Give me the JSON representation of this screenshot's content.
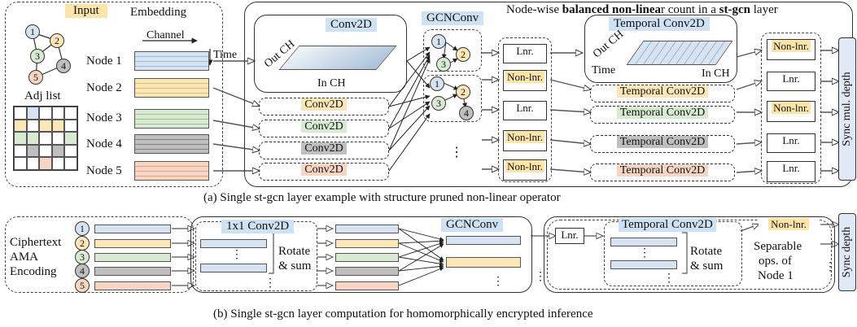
{
  "part_a": {
    "input_label": "Input",
    "embedding_label": "Embedding",
    "adj_list_label": "Adj list",
    "channel_label": "Channel",
    "time_label": "Time",
    "nodes": [
      "Node 1",
      "Node 2",
      "Node 3",
      "Node 4",
      "Node 5"
    ],
    "graph_nodes": [
      "1",
      "2",
      "3",
      "4",
      "5"
    ],
    "conv2d_title": "Conv2D",
    "out_ch": "Out CH",
    "in_ch": "In CH",
    "conv2d_rows": [
      "Conv2D",
      "Conv2D",
      "Conv2D",
      "Conv2D"
    ],
    "gcnconv_title": "GCNConv",
    "sub1_nodes": [
      "1",
      "3",
      "2"
    ],
    "sub2_nodes": [
      "1",
      "2",
      "3",
      "4"
    ],
    "ellipsis": "⋮",
    "header_plain1": "Node-wise ",
    "header_bold1": "balanced non-linea",
    "header_plain2": "r count in a ",
    "header_bold2": "st-gcn",
    "header_plain3": " layer",
    "ops_left": [
      "Lnr.",
      "Non-lnr.",
      "Lnr.",
      "Non-lnr.",
      "Non-lnr."
    ],
    "temporal_title": "Temporal Conv2D",
    "temporal_out_ch": "Out CH",
    "temporal_time": "Time",
    "temporal_in_ch": "In CH",
    "temporal_rows": [
      "Temporal Conv2D",
      "Temporal Conv2D",
      "Temporal Conv2D",
      "Temporal Conv2D"
    ],
    "ops_right": [
      "Non-lnr.",
      "Lnr.",
      "Non-lnr.",
      "Lnr.",
      "Lnr."
    ],
    "sync_label": "Sync mul. depth",
    "caption": "(a) Single st-gcn layer example with structure pruned non-linear operator"
  },
  "part_b": {
    "encoding_lines": [
      "Ciphertext",
      "AMA",
      "Encoding"
    ],
    "node_ids": [
      "1",
      "2",
      "3",
      "4",
      "5"
    ],
    "conv_title": "1x1 Conv2D",
    "rotate_sum": [
      "Rotate",
      "& sum"
    ],
    "gcn_title": "GCNConv",
    "lnr": "Lnr.",
    "temporal_title": "Temporal Conv2D",
    "rotate_sum2": [
      "Rotate",
      "& sum"
    ],
    "nonlnr": "Non-lnr.",
    "separable": [
      "Separable",
      "ops. of",
      "Node 1"
    ],
    "sync_label": "Sync depth",
    "caption": "(b) Single st-gcn layer computation for homomorphically encrypted inference"
  },
  "colors": {
    "node1": "#d6e4f2",
    "node2": "#fbe7b5",
    "node3": "#d9ead3",
    "node4": "#bfbfbf",
    "node5": "#f6d5c3",
    "accent_blue": "#cfe2f3",
    "accent_yellow": "#fce5a6"
  }
}
